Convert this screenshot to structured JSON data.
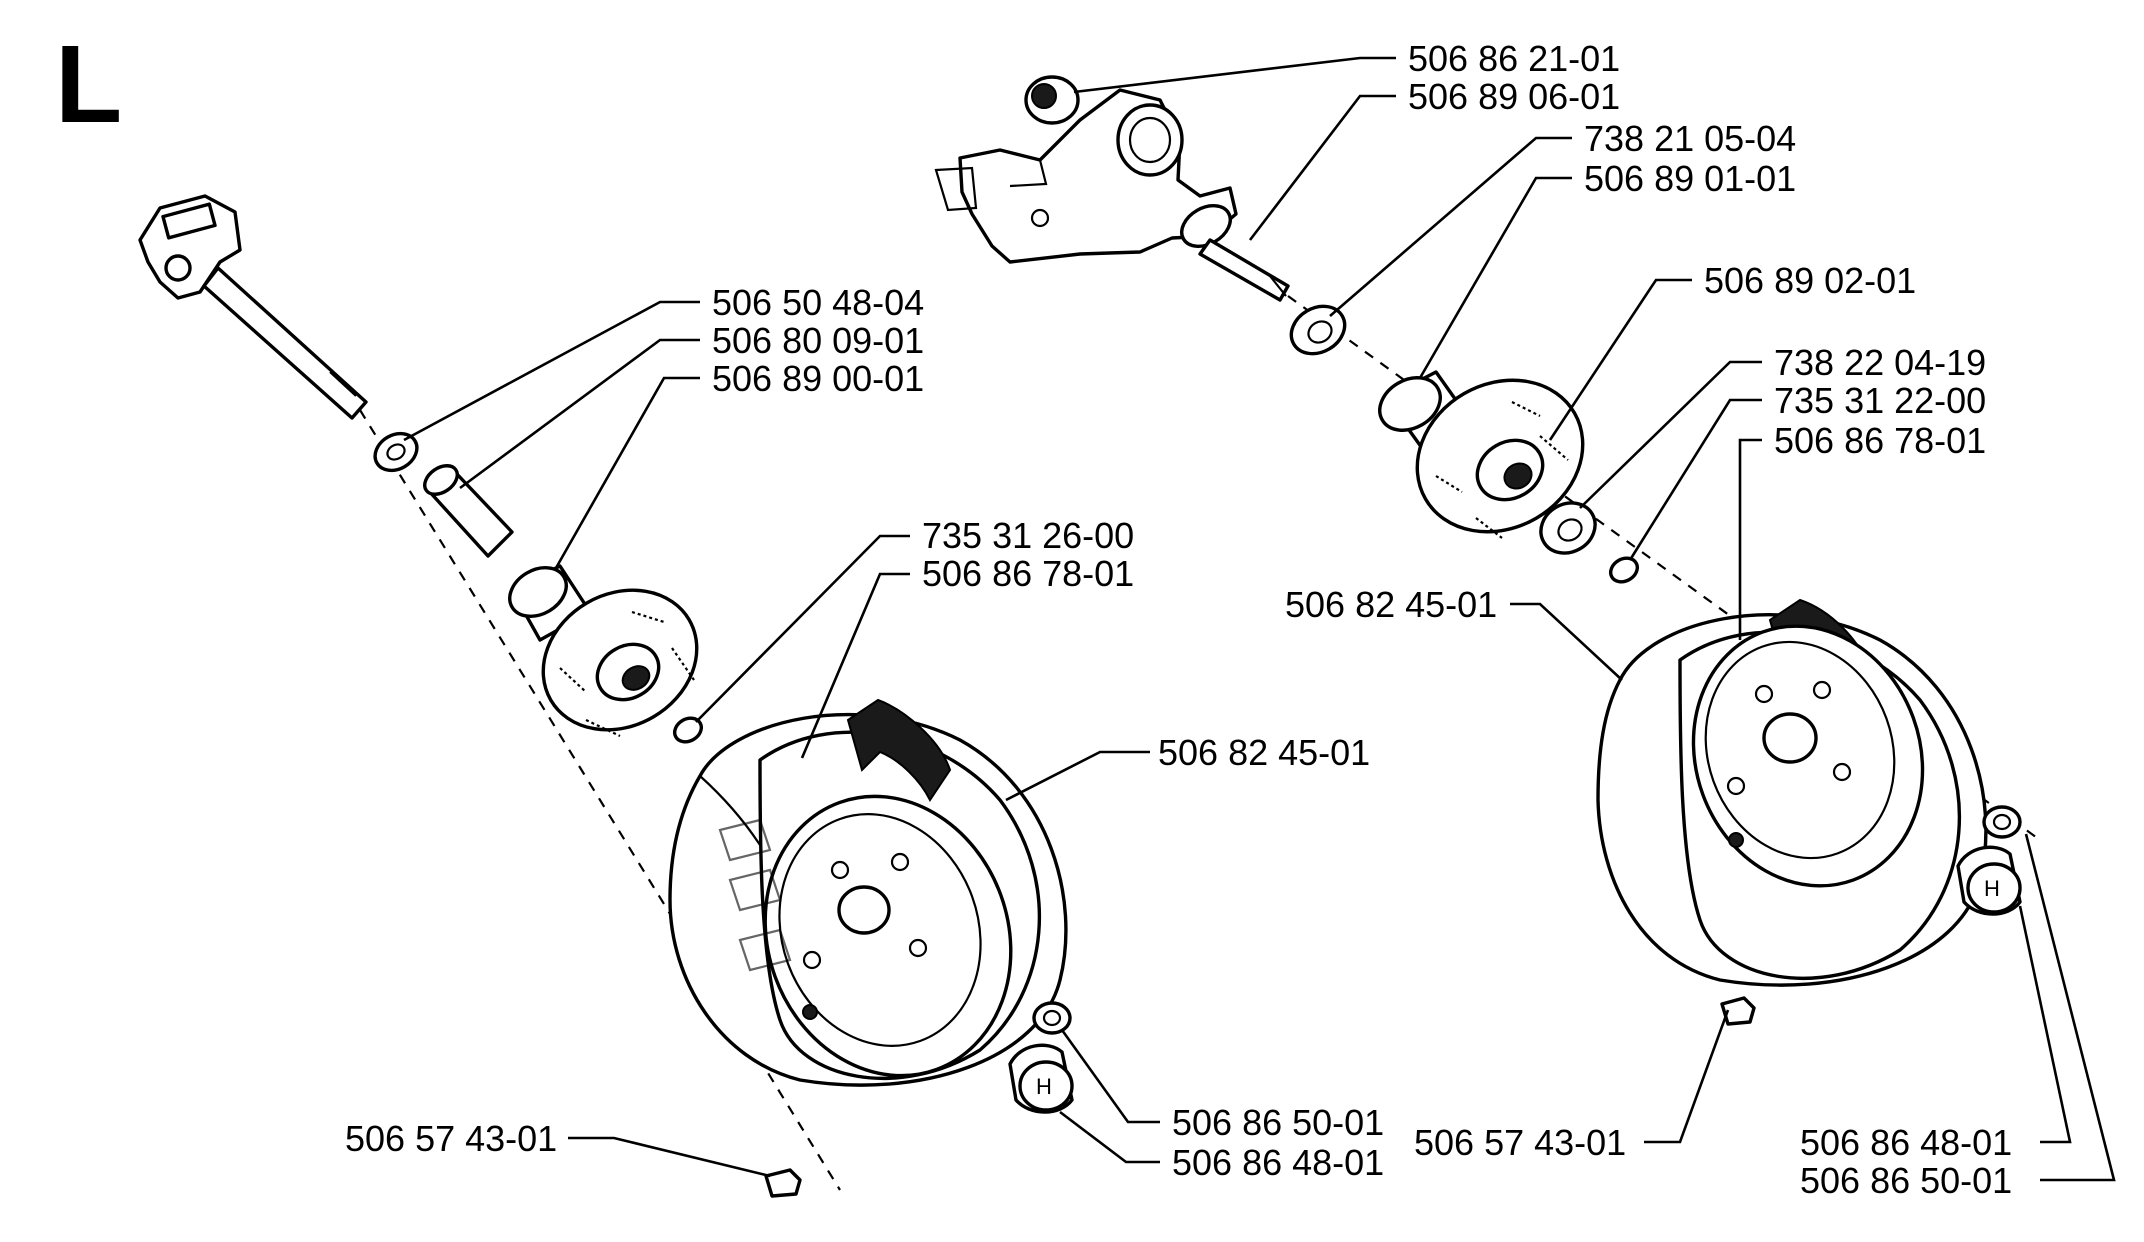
{
  "section_letter": "L",
  "left_assembly": {
    "labels": {
      "spacer": "506 50 48-04",
      "sleeve": "506 80 09-01",
      "hub": "506 89 00-01",
      "circlip": "735 31 26-00",
      "washer": "506 86 78-01",
      "wheel": "506 82 45-01",
      "valve": "506 57 43-01",
      "nut": "506 86 50-01",
      "hub_cap": "506 86 48-01"
    }
  },
  "right_assembly": {
    "labels": {
      "bushing": "506 86 21-01",
      "axle_arm": "506 89 06-01",
      "bearing": "738 21 05-04",
      "hub": "506 89 01-01",
      "studs": "506 89 02-01",
      "bearing_outer": "738 22 04-19",
      "circlip": "735 31 22-00",
      "washer": "506 86 78-01",
      "wheel": "506 82 45-01",
      "valve": "506 57 43-01",
      "hub_cap": "506 86 48-01",
      "nut": "506 86 50-01"
    }
  }
}
